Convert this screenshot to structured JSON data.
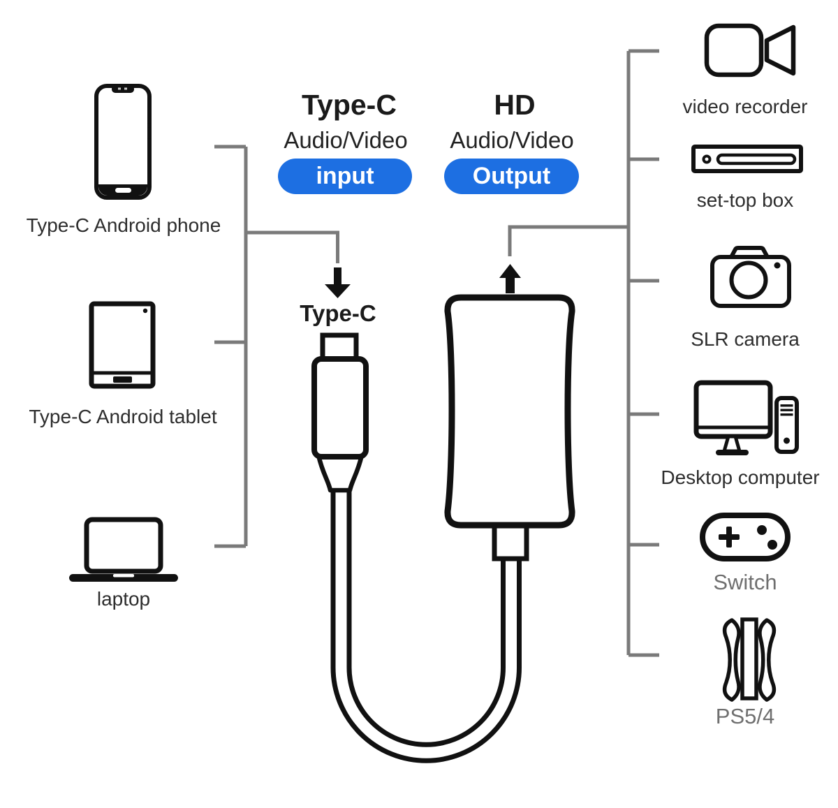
{
  "colors": {
    "accent_blue": "#1d6fe2",
    "line_gray": "#7a7a7a",
    "label_dark": "#2d2d2d",
    "label_gray": "#6f6f6f",
    "icon_black": "#111111"
  },
  "header": {
    "input_column": {
      "title": "Type-C",
      "subtitle": "Audio/Video",
      "badge": "input"
    },
    "output_column": {
      "title": "HD",
      "subtitle": "Audio/Video",
      "badge": "Output"
    }
  },
  "adapter": {
    "connector_label": "Type-C",
    "down_arrow": "down-arrow-icon",
    "up_arrow": "up-arrow-icon"
  },
  "sources": [
    {
      "label": "Type-C Android phone",
      "icon": "android-phone-icon"
    },
    {
      "label": "Type-C Android tablet",
      "icon": "android-tablet-icon"
    },
    {
      "label": "laptop",
      "icon": "laptop-icon"
    }
  ],
  "outputs": [
    {
      "label": "video recorder",
      "icon": "video-recorder-icon"
    },
    {
      "label": "set-top box",
      "icon": "set-top-box-icon"
    },
    {
      "label": "SLR camera",
      "icon": "slr-camera-icon"
    },
    {
      "label": "Desktop computer",
      "icon": "desktop-computer-icon"
    },
    {
      "label": "Switch",
      "icon": "switch-gamepad-icon"
    },
    {
      "label": "PS5/4",
      "icon": "ps5-console-icon"
    }
  ]
}
